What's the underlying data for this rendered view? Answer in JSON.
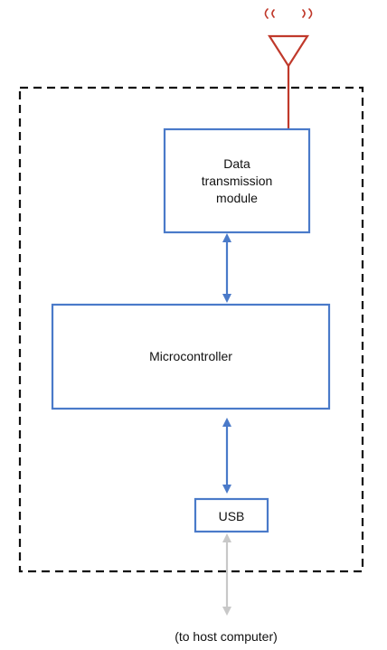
{
  "device": {
    "radio_module": {
      "line1": "Data",
      "line2": "transmission",
      "line3": "module"
    },
    "microcontroller": "Microcontroller",
    "usb": "USB"
  },
  "host": {
    "label": "(to host computer)"
  },
  "colors": {
    "box": "#4a7ac9",
    "arrow": "#4a7ac9",
    "antenna": "#c0392b",
    "host_arrow": "#c8c8c8",
    "boundary": "#111111"
  }
}
